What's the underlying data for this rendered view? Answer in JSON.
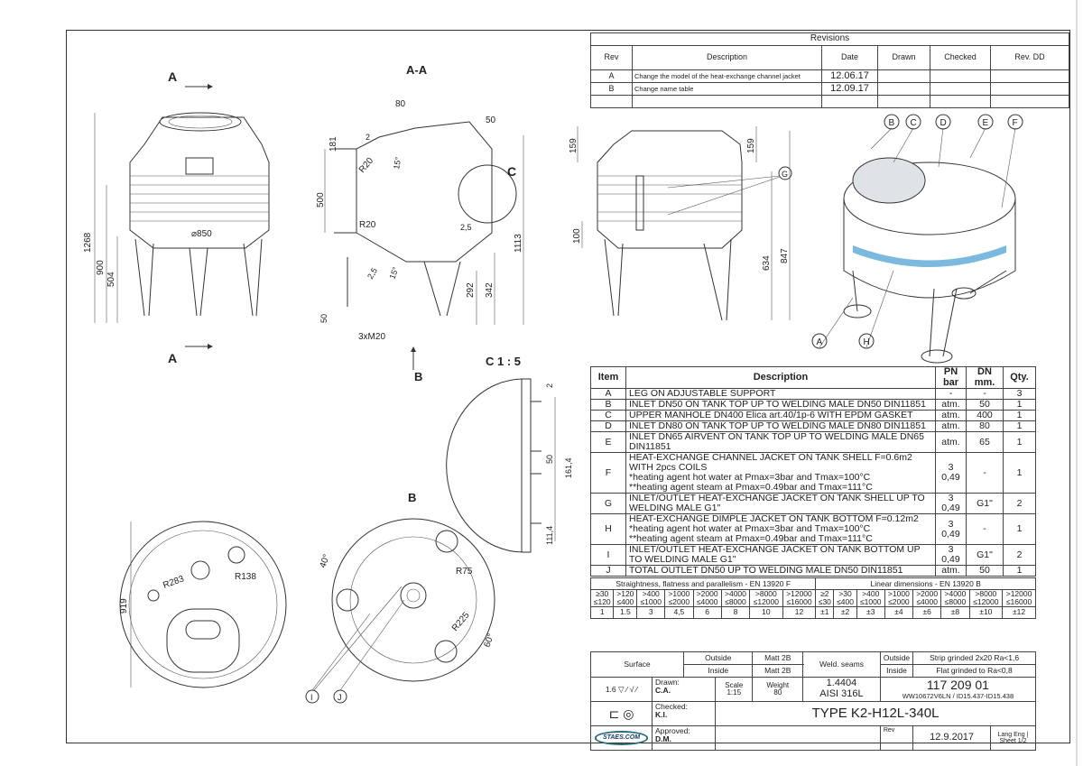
{
  "revisions": {
    "title": "Revisions",
    "headers": [
      "Rev",
      "Description",
      "Date",
      "Drawn",
      "Checked",
      "Rev. DD"
    ],
    "rows": [
      {
        "rev": "A",
        "description": "Change the model of the heat-exchange channel jacket",
        "date": "12.06.17"
      },
      {
        "rev": "B",
        "description": "Change name table",
        "date": "12.09.17"
      }
    ]
  },
  "parts": {
    "headers": {
      "item": "Item",
      "description": "Description",
      "pn": "PN",
      "pn_unit": "bar",
      "dn": "DN",
      "dn_unit": "mm.",
      "qty": "Qty."
    },
    "rows": [
      {
        "item": "A",
        "description": "LEG ON ADJUSTABLE SUPPORT",
        "pn": "-",
        "dn": "-",
        "qty": "3"
      },
      {
        "item": "B",
        "description": "INLET DN50 ON TANK TOP UP TO WELDING MALE DN50 DIN11851",
        "pn": "atm.",
        "dn": "50",
        "qty": "1"
      },
      {
        "item": "C",
        "description": "UPPER MANHOLE DN400 Elica art.40/1p-6 WITH EPDM GASKET",
        "pn": "atm.",
        "dn": "400",
        "qty": "1"
      },
      {
        "item": "D",
        "description": "INLET DN80 ON TANK TOP UP TO WELDING MALE DN80 DIN11851",
        "pn": "atm.",
        "dn": "80",
        "qty": "1"
      },
      {
        "item": "E",
        "description": "INLET DN65 AIRVENT ON TANK TOP UP TO WELDING MALE DN65 DIN11851",
        "pn": "atm.",
        "dn": "65",
        "qty": "1"
      },
      {
        "item": "F",
        "description": "HEAT-EXCHANGE CHANNEL JACKET ON TANK SHELL F=0.6m2 WITH 2pcs COILS",
        "note1": "*heating agent hot water at Pmax=3bar and Tmax=100°C",
        "note2": "**heating agent steam at Pmax=0.49bar and Tmax=111°C",
        "pn": "3",
        "pn2": "0,49",
        "dn": "-",
        "qty": "1"
      },
      {
        "item": "G",
        "description": "INLET/OUTLET HEAT-EXCHANGE JACKET ON TANK SHELL UP TO WELDING MALE G1\"",
        "pn": "3",
        "pn2": "0,49",
        "dn": "G1\"",
        "qty": "2"
      },
      {
        "item": "H",
        "description": "HEAT-EXCHANGE DIMPLE JACKET ON TANK BOTTOM F=0.12m2",
        "note1": "*heating agent hot water at Pmax=3bar and Tmax=100°C",
        "note2": "**heating agent steam at Pmax=0.49bar and Tmax=111°C",
        "pn": "3",
        "pn2": "0,49",
        "dn": "-",
        "qty": "1"
      },
      {
        "item": "I",
        "description": "INLET/OUTLET HEAT-EXCHANGE JACKET ON TANK BOTTOM UP TO WELDING MALE G1\"",
        "pn": "3",
        "pn2": "0,49",
        "dn": "G1\"",
        "qty": "2"
      },
      {
        "item": "J",
        "description": "TOTAL OUTLET DN50 UP TO WELDING MALE DN50 DIN11851",
        "pn": "atm.",
        "dn": "50",
        "qty": "1"
      }
    ]
  },
  "tolerances": {
    "straightness_title": "Straightness, flatness and parallelism - EN 13920 F",
    "linear_title": "Linear dimensions - EN 13920 B",
    "straightness_ranges": [
      [
        "≥30",
        "≤120"
      ],
      [
        ">120",
        "≤400"
      ],
      [
        ">400",
        "≤1000"
      ],
      [
        ">1000",
        "≤2000"
      ],
      [
        ">2000",
        "≤4000"
      ],
      [
        ">4000",
        "≤8000"
      ],
      [
        ">8000",
        "≤12000"
      ],
      [
        ">12000",
        "≤16000"
      ]
    ],
    "straightness_values": [
      "1",
      "1.5",
      "3",
      "4,5",
      "6",
      "8",
      "10",
      "12"
    ],
    "linear_ranges": [
      [
        "≥2",
        "≤30"
      ],
      [
        ">30",
        "≤400"
      ],
      [
        ">400",
        "≤1000"
      ],
      [
        ">1000",
        "≤2000"
      ],
      [
        ">2000",
        "≤4000"
      ],
      [
        ">4000",
        "≤8000"
      ],
      [
        ">8000",
        "≤12000"
      ],
      [
        ">12000",
        "≤16000"
      ]
    ],
    "linear_values": [
      "±1",
      "±2",
      "±3",
      "±4",
      "±6",
      "±8",
      "±10",
      "±12"
    ]
  },
  "finish": {
    "surface": "Surface",
    "outside": "Outside",
    "inside": "Inside",
    "surface_outside": "Matt 2B",
    "surface_inside": "Matt 2B",
    "weld": "Weld. seams",
    "weld_outside": "Strip grinded 2x20 Ra<1,6",
    "weld_inside": "Flat grinded to Ra<0,8"
  },
  "title_block": {
    "roughness": "1.6",
    "drawn_label": "Drawn:",
    "drawn": "C.A.",
    "checked_label": "Checked:",
    "checked": "K.I.",
    "approved_label": "Approved:",
    "approved": "D.M.",
    "scale_label": "Scale",
    "scale": "1:15",
    "weight_label": "Weight",
    "weight": "80",
    "material1": "1.4404",
    "material2": "AISI 316L",
    "drawing_no": "117 209 01",
    "ref": "WW10672V6LN / ID15.437-ID15.438",
    "type": "TYPE K2-H12L-340L",
    "rev_label": "Rev",
    "date": "12.9.2017",
    "lang_label": "Lang",
    "lang": "Eng",
    "sheet_label": "Sheet",
    "sheet": "1/2",
    "logo": "STAES.COM"
  },
  "views": {
    "front": {
      "section_mark": "A",
      "d_total": "1268",
      "d_900": "900",
      "d_504": "504",
      "diameter": "⌀850"
    },
    "section_aa": {
      "title": "A-A",
      "d80": "80",
      "d181": "181",
      "d2": "2",
      "r20a": "R20",
      "a15a": "15°",
      "d500": "500",
      "r20b": "R20",
      "d25a": "2,5",
      "d25b": "2,5",
      "a15b": "15°",
      "d50a": "50",
      "d50": "50",
      "thread": "3xM20",
      "d292": "292",
      "d342": "342",
      "d1113": "1113",
      "c": "C",
      "b": "B"
    },
    "side": {
      "d159a": "159",
      "d159b": "159",
      "d100": "100",
      "d634": "634",
      "d847": "847",
      "g": "G"
    },
    "iso": {
      "callouts": [
        "B",
        "C",
        "D",
        "E",
        "F",
        "A",
        "H"
      ]
    },
    "detail_c": {
      "title": "C 1 : 5",
      "d2": "2",
      "d50": "50",
      "d1614": "161,4",
      "d1114": "111,4"
    },
    "bottom": {
      "d919": "919",
      "r283": "R283",
      "r138": "R138"
    },
    "section_b": {
      "title": "B",
      "a40": "40°",
      "r75": "R75",
      "r225": "R225",
      "a60": "60°",
      "i": "I",
      "j": "J"
    }
  }
}
